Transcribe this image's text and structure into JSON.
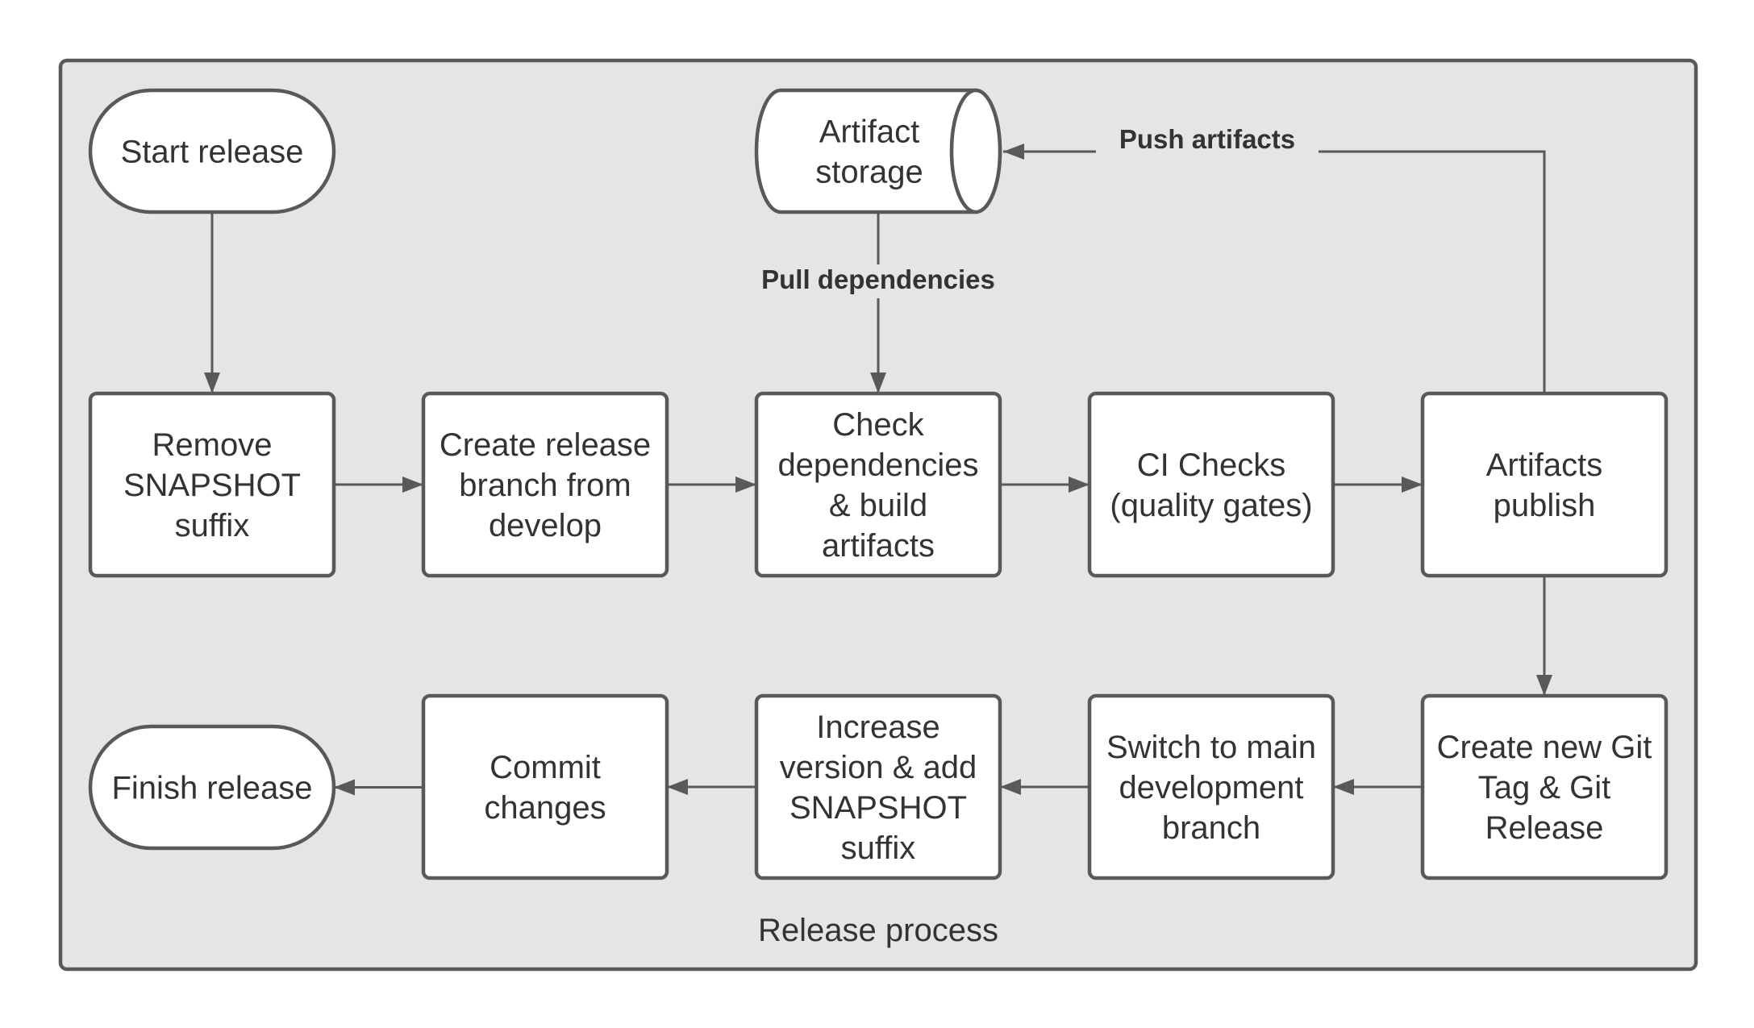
{
  "container": {
    "label": "Release process"
  },
  "nodes": [
    {
      "id": "start",
      "shape": "terminal",
      "lines": [
        "Start release"
      ]
    },
    {
      "id": "remove-snapshot",
      "shape": "process",
      "lines": [
        "Remove",
        "SNAPSHOT",
        "suffix"
      ]
    },
    {
      "id": "create-branch",
      "shape": "process",
      "lines": [
        "Create release",
        "branch from",
        "develop"
      ]
    },
    {
      "id": "check-deps",
      "shape": "process",
      "lines": [
        "Check",
        "dependencies",
        "& build",
        "artifacts"
      ]
    },
    {
      "id": "ci-checks",
      "shape": "process",
      "lines": [
        "CI Checks",
        "(quality gates)"
      ]
    },
    {
      "id": "artifacts-publish",
      "shape": "process",
      "lines": [
        "Artifacts",
        "publish"
      ]
    },
    {
      "id": "artifact-storage",
      "shape": "storage",
      "lines": [
        "Artifact",
        "storage"
      ]
    },
    {
      "id": "git-tag",
      "shape": "process",
      "lines": [
        "Create new Git",
        "Tag & Git",
        "Release"
      ]
    },
    {
      "id": "switch-branch",
      "shape": "process",
      "lines": [
        "Switch to main",
        "development",
        "branch"
      ]
    },
    {
      "id": "increase-version",
      "shape": "process",
      "lines": [
        "Increase",
        "version & add",
        "SNAPSHOT",
        "suffix"
      ]
    },
    {
      "id": "commit",
      "shape": "process",
      "lines": [
        "Commit",
        "changes"
      ]
    },
    {
      "id": "finish",
      "shape": "terminal",
      "lines": [
        "Finish release"
      ]
    }
  ],
  "edges": [
    {
      "from": "start",
      "to": "remove-snapshot",
      "label": ""
    },
    {
      "from": "remove-snapshot",
      "to": "create-branch",
      "label": ""
    },
    {
      "from": "create-branch",
      "to": "check-deps",
      "label": ""
    },
    {
      "from": "check-deps",
      "to": "ci-checks",
      "label": ""
    },
    {
      "from": "ci-checks",
      "to": "artifacts-publish",
      "label": ""
    },
    {
      "from": "artifact-storage",
      "to": "check-deps",
      "label": "Pull dependencies"
    },
    {
      "from": "artifacts-publish",
      "to": "artifact-storage",
      "label": "Push artifacts"
    },
    {
      "from": "artifacts-publish",
      "to": "git-tag",
      "label": ""
    },
    {
      "from": "git-tag",
      "to": "switch-branch",
      "label": ""
    },
    {
      "from": "switch-branch",
      "to": "increase-version",
      "label": ""
    },
    {
      "from": "increase-version",
      "to": "commit",
      "label": ""
    },
    {
      "from": "commit",
      "to": "finish",
      "label": ""
    }
  ],
  "colors": {
    "container_fill": "#e5e5e5",
    "stroke": "#595959",
    "node_fill": "#ffffff",
    "text": "#333333"
  }
}
